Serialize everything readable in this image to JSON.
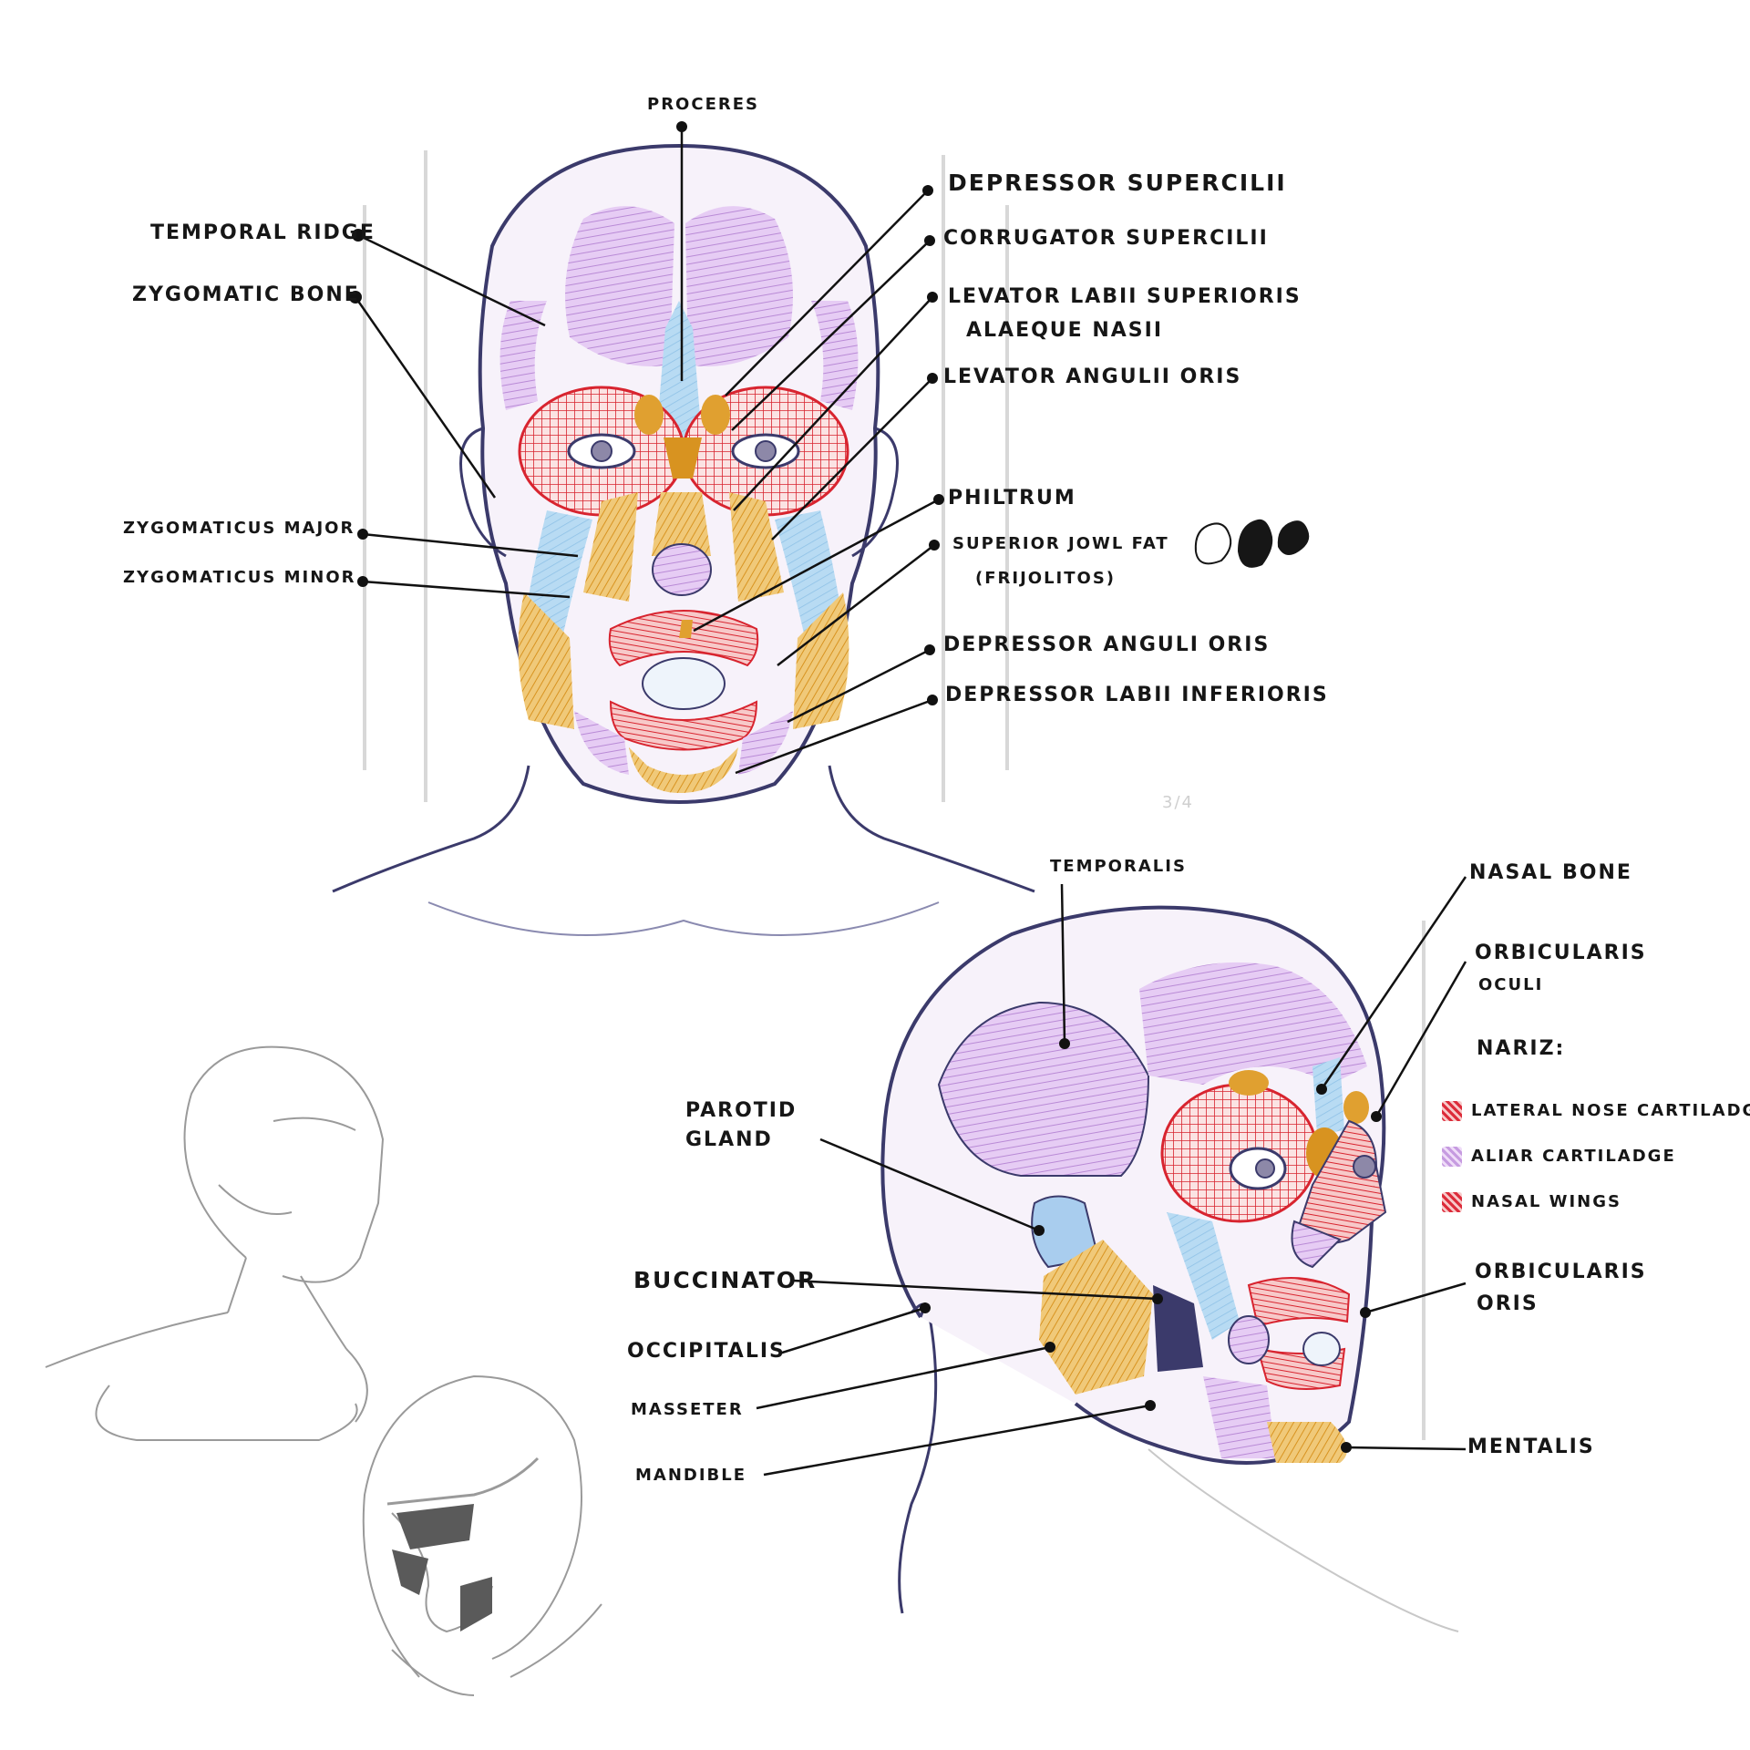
{
  "colors": {
    "outline": "#3b3a6b",
    "muscle_purple": "#d9b4ec",
    "muscle_blue": "#a9d2f0",
    "muscle_red": "#dc2c3a",
    "muscle_orange": "#e0a030",
    "sketch_gray": "#9a9a9a",
    "label_text": "#161616"
  },
  "front_view": {
    "labels": {
      "procerus": "PROCERES",
      "temporal_ridge": "TEMPORAL RIDGE",
      "zygomatic_bone": "ZYGOMATIC BONE",
      "zygomaticus_major": "ZYGOMATICUS MAJOR",
      "zygomaticus_minor": "ZYGOMATICUS MINOR",
      "depressor_supercilii": "DEPRESSOR SUPERCILII",
      "corrugator_supercilii": "CORRUGATOR SUPERCILII",
      "levator_labii_1": "LEVATOR LABII SUPERIORIS",
      "levator_labii_2": "ALAEQUE NASII",
      "levator_anguli_oris": "LEVATOR ANGULII ORIS",
      "philtrum": "PHILTRUM",
      "superior_jowl_fat": "SUPERIOR JOWL FAT",
      "frijolitos": "(FRIJOLITOS)",
      "depressor_anguli_oris": "DEPRESSOR ANGULI ORIS",
      "depressor_labii_inferioris": "DEPRESSOR LABII INFERIORIS"
    },
    "page_mark": "3/4"
  },
  "side_view": {
    "labels": {
      "temporalis": "TEMPORALIS",
      "nasal_bone": "NASAL BONE",
      "orbicularis_oculi_1": "ORBICULARIS",
      "orbicularis_oculi_2": "OCULI",
      "parotid_1": "PAROTID",
      "parotid_2": "GLAND",
      "buccinator": "BUCCINATOR",
      "occipitalis": "OCCIPITALIS",
      "masseter": "MASSETER",
      "mandible": "MANDIBLE",
      "orbicularis_oris_1": "ORBICULARIS",
      "orbicularis_oris_2": "ORIS",
      "mentalis": "MENTALIS"
    },
    "legend": {
      "title": "NARIZ:",
      "items": [
        {
          "label": "LATERAL NOSE CARTILADGE",
          "color": "#dc2c3a"
        },
        {
          "label": "ALIAR CARTILADGE",
          "color": "#d9b4ec"
        },
        {
          "label": "NASAL WINGS",
          "color": "#dc2c3a"
        }
      ]
    }
  }
}
